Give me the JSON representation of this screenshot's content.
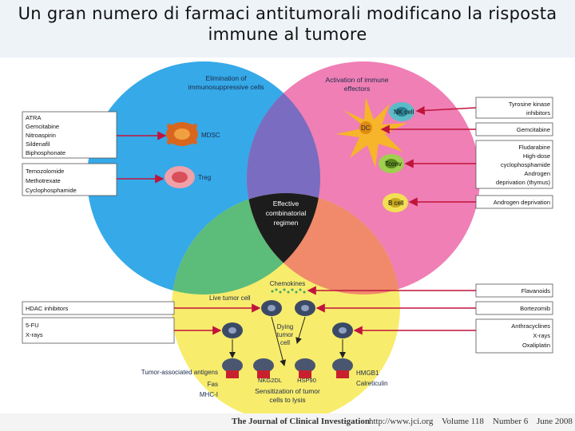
{
  "title": {
    "line1": "Un gran numero di farmaci antitumorali modificano la risposta",
    "line2": "immune al tumore"
  },
  "circles": {
    "blue": {
      "label_line1": "Elimination of",
      "label_line2": "immunosuppressive cells",
      "color": "#36a9e8"
    },
    "pink": {
      "label_line1": "Activation of immune",
      "label_line2": "effectors",
      "color": "#ef7fb4"
    },
    "yellow": {
      "color": "#f8ec6c"
    },
    "center_line1": "Effective",
    "center_line2": "combinatorial",
    "center_line3": "regimen"
  },
  "cells": {
    "mdsc": "MDSC",
    "treg": "Treg",
    "nk": "NK cell",
    "dc": "DC",
    "tconv": "Tconv",
    "bcell": "B cell",
    "chemokines": "Chemokines",
    "live_tumor": "Live tumor cell",
    "dying_line1": "Dying",
    "dying_line2": "tumor",
    "dying_line3": "cell",
    "taa": "Tumor-associated antigens",
    "fas": "Fas",
    "mhc": "MHC-I",
    "nkg2dl": "NKG2DL",
    "hsp90": "HSP90",
    "hmgb1": "HMGB1",
    "calreticulin": "Calreticulin",
    "sensitization_line1": "Sensitization of tumor",
    "sensitization_line2": "cells to lysis"
  },
  "left_boxes": {
    "box1": [
      "ATRA",
      "Gemcitabine",
      "Nitroaspirin",
      "Sildenafil",
      "Biphosphonate"
    ],
    "box2": [
      "Temozolomide",
      "Methotrexate",
      "Cyclophosphamide"
    ],
    "box3": [
      "HDAC inhibitors"
    ],
    "box4": [
      "5-FU",
      "X-rays"
    ]
  },
  "right_boxes": {
    "box1": [
      "Tyrosine kinase",
      "inhibitors"
    ],
    "box2": [
      "Gemcitabine"
    ],
    "box3": [
      "Fludarabine",
      "High-dose",
      "cyclophosphamide",
      "Androgen",
      "deprivation (thymus)"
    ],
    "box4": [
      "Androgen deprivation"
    ],
    "box5": [
      "Flavanoids"
    ],
    "box6": [
      "Bortezomib"
    ],
    "box7": [
      "Anthracyclines",
      "X-rays",
      "Oxaliplatin"
    ]
  },
  "footer": {
    "journal": "The Journal of Clinical Investigation",
    "url": "http://www.jci.org",
    "volume": "Volume 118",
    "number": "Number 6",
    "date": "June 2008"
  }
}
